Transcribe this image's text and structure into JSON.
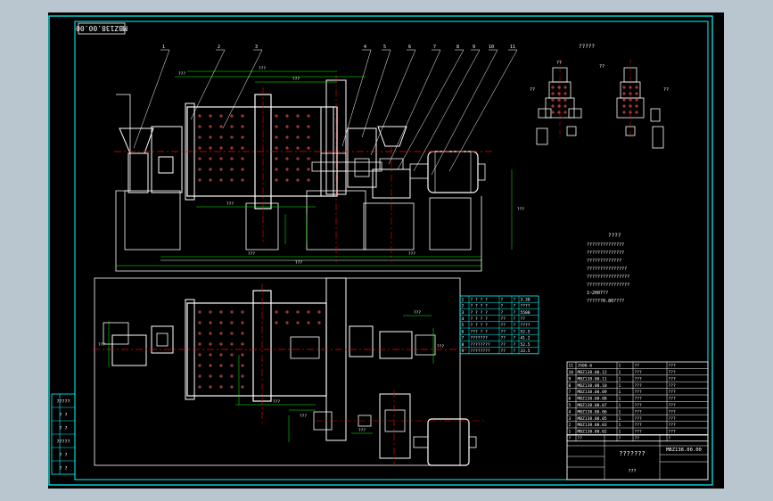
{
  "colors": {
    "app_background": "#b9c6cf",
    "model_space": "#000000",
    "frame_line": "#00ffff",
    "equipment_line": "#ffffff",
    "centerline": "#ff0000",
    "hatch": "#ff5a5a",
    "dimension": "#00ff00",
    "leader": "#ffffff",
    "text": "#ffffff"
  },
  "drawing": {
    "code": "MBZ138.00.00",
    "part_numbers": [
      "1",
      "2",
      "3",
      "4",
      "5",
      "6",
      "7",
      "8",
      "9",
      "10",
      "11"
    ],
    "section_label": "?????",
    "view_marks": [
      "??",
      "??",
      "??",
      "??"
    ],
    "dim_labels": {
      "d1": "???",
      "d2": "???",
      "d3": "???",
      "d4": "???",
      "d5": "???",
      "d6": "???",
      "d7": "???",
      "d8": "???",
      "d9": "???",
      "d10": "???",
      "d11": "???",
      "d12": "???",
      "d13": "???",
      "d14": "???"
    },
    "tech_requirements": {
      "heading": "????",
      "lines": [
        "??????????????",
        "??????????????",
        "?????????????",
        "???????????????",
        "????????????????",
        "????????????????",
        "1~2007??",
        "??????0.80????"
      ]
    },
    "params_table": {
      "rows": [
        [
          "1",
          "? ? ? ?",
          "?",
          "?",
          "3.30"
        ],
        [
          "2",
          "? ? ? ?",
          "?",
          "?",
          "????"
        ],
        [
          "3",
          "? ? ? ?",
          "?",
          "?",
          "5500"
        ],
        [
          "4",
          "? ? ? ?",
          "??",
          "?",
          "??"
        ],
        [
          "5",
          "? ? ? ?",
          "??",
          "?",
          "????"
        ],
        [
          "6",
          "??? ? ?",
          "??",
          "?",
          "52.5"
        ],
        [
          "7",
          "???????",
          "??",
          "?",
          "41.2"
        ],
        [
          "8",
          "????????",
          "??",
          "?",
          "52.5"
        ],
        [
          "9",
          "????????",
          "??",
          "?",
          "33.5"
        ]
      ]
    },
    "parts_list": {
      "rows": [
        [
          "11",
          "JS08-6",
          "1",
          "??",
          "???"
        ],
        [
          "10",
          "MBZ138.00.12",
          "1",
          "???",
          "???"
        ],
        [
          "9",
          "MBZ138.00.11",
          "1",
          "???",
          "???"
        ],
        [
          "8",
          "MBZ138.00.10",
          "1",
          "???",
          "???"
        ],
        [
          "7",
          "MBZ138.00.09",
          "1",
          "???",
          "???"
        ],
        [
          "6",
          "MBZ138.00.08",
          "1",
          "???",
          "???"
        ],
        [
          "5",
          "MBZ138.00.07",
          "1",
          "???",
          "???"
        ],
        [
          "4",
          "MBZ138.00.06",
          "1",
          "???",
          "???"
        ],
        [
          "3",
          "MBZ138.00.05",
          "1",
          "???",
          "???"
        ],
        [
          "2",
          "MBZ138.00.03",
          "1",
          "???",
          "???"
        ],
        [
          "1",
          "MBZ138.00.02",
          "1",
          "???",
          "???"
        ]
      ],
      "header": [
        "?",
        "??",
        "?",
        "??",
        "?"
      ]
    },
    "title_block": {
      "name": "???????",
      "code": "MBZ138.00.00",
      "school": "???"
    },
    "revision_box": [
      "?????",
      "? ?",
      "? ?",
      "?????",
      "? ?",
      "? ?"
    ]
  }
}
